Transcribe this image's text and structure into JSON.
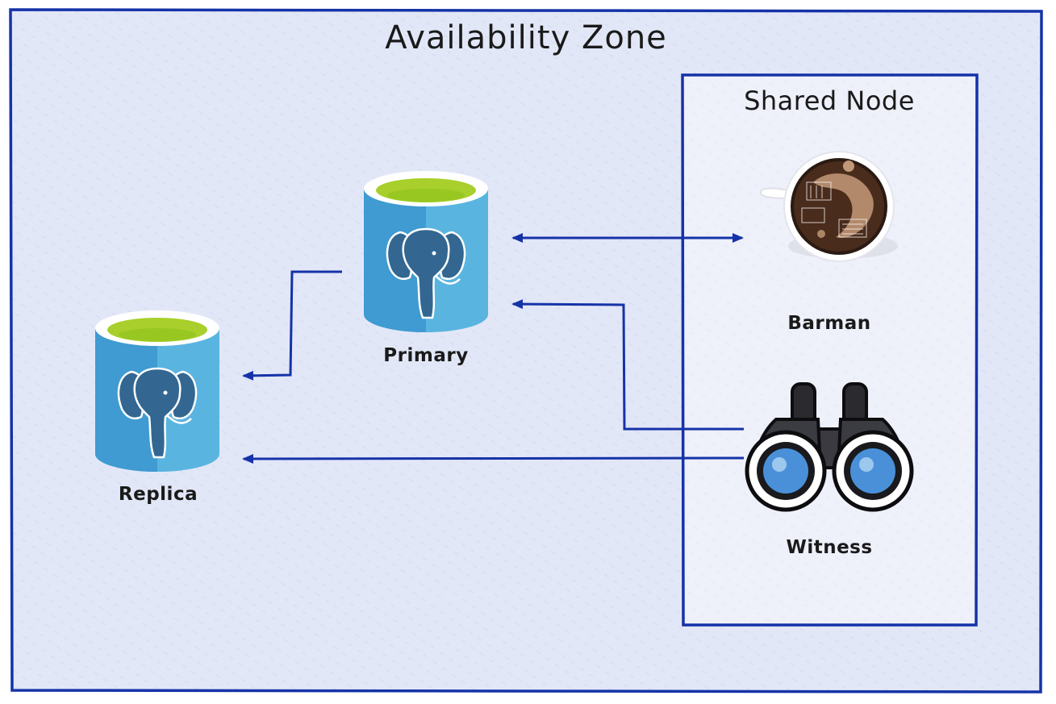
{
  "zone": {
    "title": "Availability Zone"
  },
  "shared_node": {
    "title": "Shared Node"
  },
  "nodes": {
    "primary": "Primary",
    "replica": "Replica",
    "barman": "Barman",
    "witness": "Witness"
  },
  "colors": {
    "zone_fill": "#e2e7f7",
    "shared_fill": "#eef0fa",
    "border": "#1533a8",
    "arrow": "#1533a8",
    "cylinder_blue": "#3f9bd1",
    "cylinder_light": "#5ab4e0",
    "cylinder_top_rim": "#ffffff",
    "cylinder_lime": "#a8cf2b",
    "elephant": "#336791"
  },
  "icons": {
    "primary": "postgres-cylinder-icon",
    "replica": "postgres-cylinder-icon",
    "barman": "coffee-cup-icon",
    "witness": "binoculars-icon"
  }
}
